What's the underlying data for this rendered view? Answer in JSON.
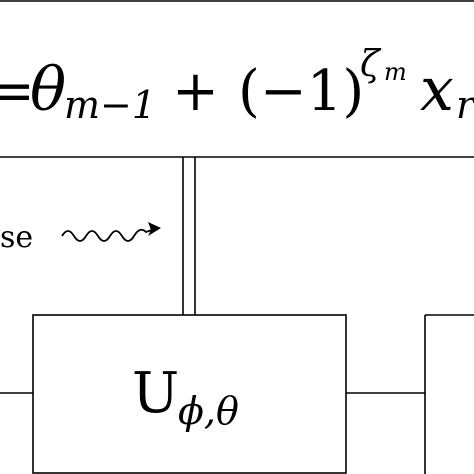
{
  "colors": {
    "stroke": "#000000",
    "background": "#ffffff"
  },
  "formula": {
    "lhs_fragment": "=",
    "theta": "θ",
    "theta_sub": "m−1",
    "plus": "+",
    "paren_term": "(−1)",
    "zeta_sup": "ζ",
    "zeta_sub": "m",
    "x": "x",
    "x_sub_fragment": "r"
  },
  "phase_label": "se",
  "unitary_block": {
    "letter": "U",
    "subscript": "ϕ,θ"
  }
}
